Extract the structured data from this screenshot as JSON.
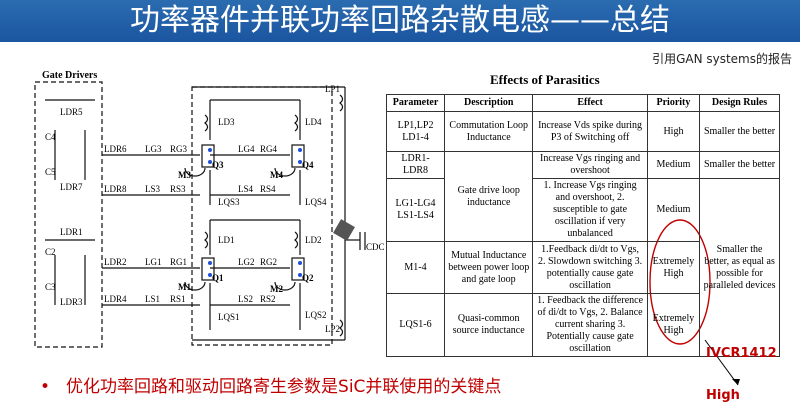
{
  "title": "功率器件并联功率回路杂散电感——总结",
  "reference": "引用GAN systems的报告",
  "circuit": {
    "gate_drivers": "Gate Drivers",
    "labels": [
      "LDR5",
      "C4",
      "C5",
      "LDR7",
      "LDR6",
      "LG3",
      "RG3",
      "LS3",
      "RS3",
      "LDR8",
      "M3",
      "Q3",
      "LD3",
      "LQS3",
      "LG4",
      "RG4",
      "LS4",
      "RS4",
      "Q4",
      "M4",
      "LD4",
      "LQS4",
      "LP1",
      "LDR1",
      "C2",
      "C3",
      "LDR3",
      "LDR2",
      "LG1",
      "RG1",
      "M1",
      "Q1",
      "LD1",
      "LQS1",
      "LS1",
      "RS1",
      "LDR4",
      "LG2",
      "RG2",
      "Q2",
      "M2",
      "LD2",
      "LQS2",
      "LS2",
      "RS2",
      "LP2",
      "CDC"
    ]
  },
  "chart_data": {
    "type": "table",
    "title": "Effects of Parasitics",
    "columns": [
      "Parameter",
      "Description",
      "Effect",
      "Priority",
      "Design Rules"
    ],
    "rows": [
      {
        "parameter": "LP1,LP2 LD1-4",
        "description": "Commutation Loop Inductance",
        "effect": "Increase Vds spike during P3 of Switching off",
        "priority": "High",
        "design": "Smaller the better"
      },
      {
        "parameter": "LDR1-LDR8",
        "description": "",
        "effect": "Increase Vgs ringing and overshoot",
        "priority": "Medium",
        "design": "Smaller the better"
      },
      {
        "parameter": "LG1-LG4 LS1-LS4",
        "description": "Gate drive loop inductance",
        "effect": "1. Increase Vgs ringing and overshoot, 2. susceptible to gate oscillation if very unbalanced",
        "priority": "Medium",
        "design": ""
      },
      {
        "parameter": "M1-4",
        "description": "Mutual Inductance between power loop and gate loop",
        "effect": "1.Feedback di/dt to Vgs, 2. Slowdown switching 3. potentially cause gate oscillation",
        "priority": "Extremely High",
        "design": "Smaller the better, as equal as possible for paralleled devices"
      },
      {
        "parameter": "LQS1-6",
        "description": "Quasi-common source inductance",
        "effect": "1. Feedback the difference of di/dt to Vgs, 2. Balance current sharing 3. Potentially cause gate oscillation",
        "priority": "Extremely High",
        "design": ""
      }
    ]
  },
  "bullet": "优化功率回路和驱动回路寄生参数是SiC并联使用的关键点",
  "note_ivcr": "IVCR1412",
  "note_high": "High",
  "colors": {
    "title_bar": "#1b55a0",
    "accent_red": "#c00000"
  }
}
